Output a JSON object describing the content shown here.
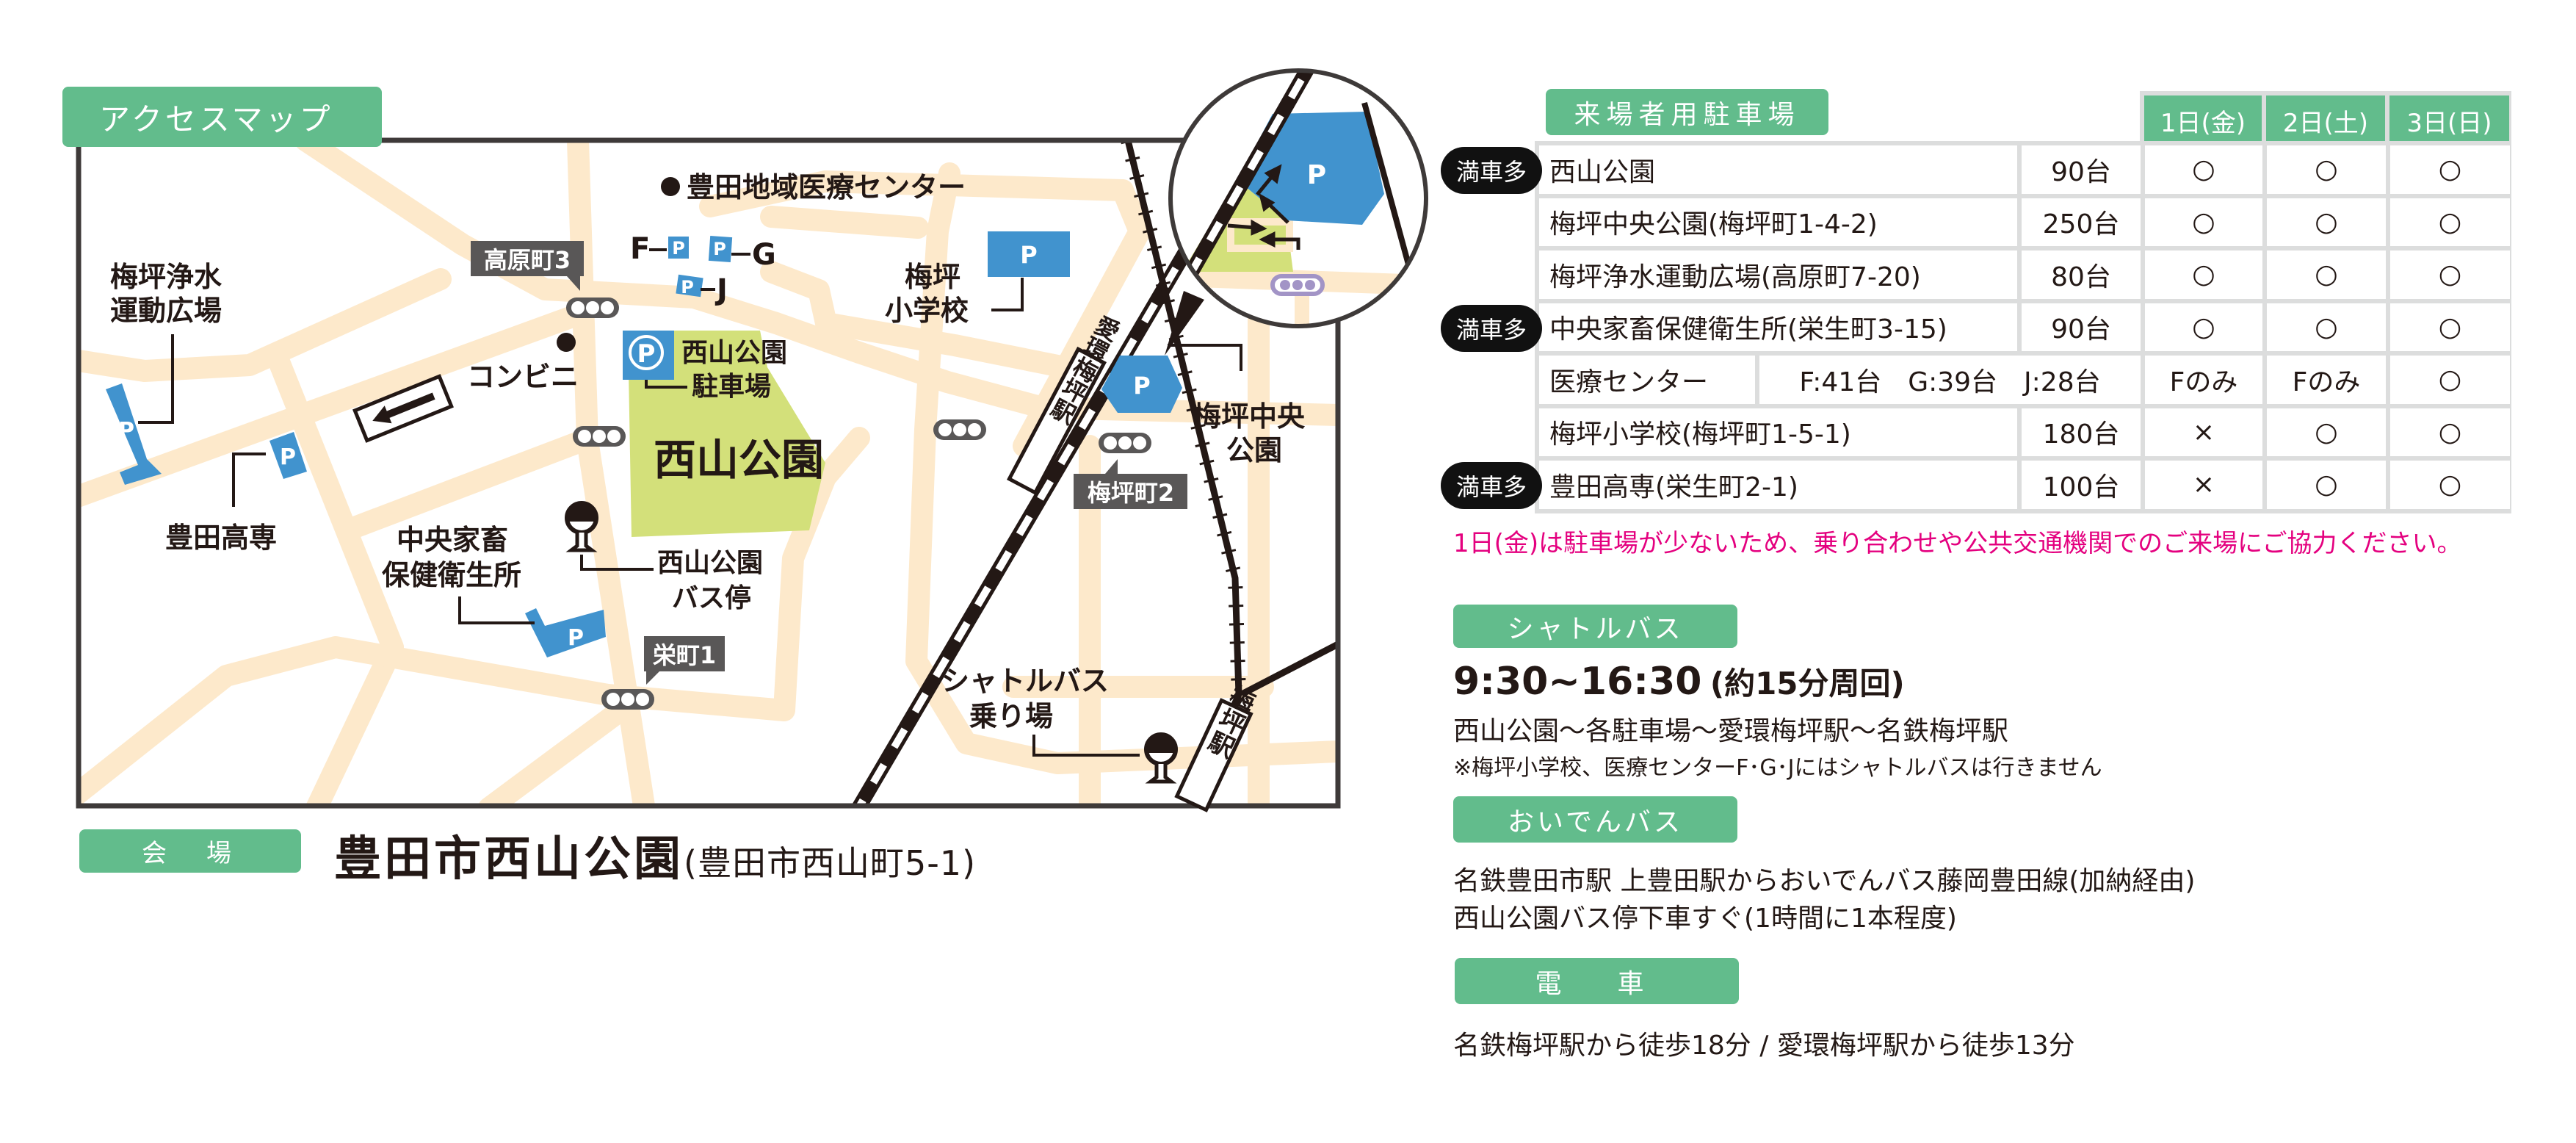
{
  "map": {
    "title": "アクセスマップ",
    "labels": {
      "medical_center": "豊田地域医療センター",
      "f": "F",
      "g": "G",
      "j": "J",
      "parking_p": "P",
      "takahara3": "高原町3",
      "sakae1": "栄町1",
      "umetsubo2": "梅坪町2",
      "johsui_1": "梅坪浄水",
      "johsui_2": "運動広場",
      "kosen": "豊田高専",
      "konbini": "コンビニ",
      "park_parking_1": "西山公園",
      "park_parking_2": "駐車場",
      "park": "西山公園",
      "chuo_1": "中央家畜",
      "chuo_2": "保健衛生所",
      "busstop_1": "西山公園",
      "busstop_2": "バス停",
      "school_1": "梅坪",
      "school_2": "小学校",
      "central_park_1": "梅坪中央",
      "central_park_2": "公園",
      "aikan_station": "愛環梅坪駅",
      "meitetsu_station": "梅坪駅",
      "shuttle_1": "シャトルバス",
      "shuttle_2": "乗り場"
    }
  },
  "venue": {
    "label": "会　場",
    "name": "豊田市西山公園",
    "address": "(豊田市西山町5-1)"
  },
  "parking": {
    "title": "来場者用駐車場",
    "days": [
      "1日(金)",
      "2日(土)",
      "3日(日)"
    ],
    "badge": "満車多",
    "rows": [
      {
        "name": "西山公園",
        "count": "90台",
        "d1": "○",
        "d2": "○",
        "d3": "○",
        "full": true
      },
      {
        "name": "梅坪中央公園(梅坪町1-4-2)",
        "count": "250台",
        "d1": "○",
        "d2": "○",
        "d3": "○",
        "full": false
      },
      {
        "name": "梅坪浄水運動広場(高原町7-20)",
        "count": "80台",
        "d1": "○",
        "d2": "○",
        "d3": "○",
        "full": false
      },
      {
        "name": "中央家畜保健衛生所(栄生町3-15)",
        "count": "90台",
        "d1": "○",
        "d2": "○",
        "d3": "○",
        "full": true
      },
      {
        "name": "医療センター",
        "count": "F:41台　G:39台　J:28台",
        "d1": "Fのみ",
        "d2": "Fのみ",
        "d3": "○",
        "full": false,
        "wide": true
      },
      {
        "name": "梅坪小学校(梅坪町1-5-1)",
        "count": "180台",
        "d1": "×",
        "d2": "○",
        "d3": "○",
        "full": false
      },
      {
        "name": "豊田高専(栄生町2-1)",
        "count": "100台",
        "d1": "×",
        "d2": "○",
        "d3": "○",
        "full": true
      }
    ],
    "note": "1日(金)は駐車場が少ないため、乗り合わせや公共交通機関でのご来場にご協力ください。"
  },
  "shuttle": {
    "title": "シャトルバス",
    "time": "9:30~16:30",
    "interval": "(約15分周回)",
    "route": "西山公園～各駐車場～愛環梅坪駅～名鉄梅坪駅",
    "note": "※梅坪小学校、医療センターF･G･Jにはシャトルバスは行きません"
  },
  "oiden": {
    "title": "おいでんバス",
    "line1": "名鉄豊田市駅 上豊田駅からおいでんバス藤岡豊田線(加納経由)",
    "line2": "西山公園バス停下車すぐ(1時間に1本程度)"
  },
  "train": {
    "title": "電　車",
    "line1": "名鉄梅坪駅から徒歩18分 / 愛環梅坪駅から徒歩13分"
  },
  "colors": {
    "accent": "#62BC8C",
    "parking": "#4193CE",
    "park": "#D3E07A",
    "road": "#FDE9CB",
    "warning": "#E4007F"
  }
}
